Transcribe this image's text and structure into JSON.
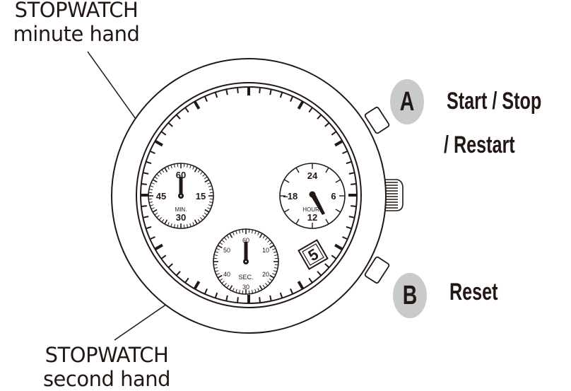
{
  "callouts": {
    "minute_hand": {
      "line1": "STOPWATCH",
      "line2": "minute hand"
    },
    "second_hand": {
      "line1": "STOPWATCH",
      "line2": "second hand"
    }
  },
  "buttons": {
    "a": {
      "letter": "A",
      "action_line1": "Start / Stop",
      "action_line2": "/ Restart"
    },
    "b": {
      "letter": "B",
      "action": "Reset"
    }
  },
  "dial": {
    "minute_subdial": {
      "labels": [
        "60",
        "15",
        "30",
        "45"
      ],
      "caption": "MIN."
    },
    "hour_subdial": {
      "labels": [
        "24",
        "6",
        "12",
        "18"
      ],
      "caption": "HOUR"
    },
    "second_subdial": {
      "labels": [
        "60",
        "10",
        "20",
        "30",
        "40",
        "50"
      ],
      "caption": "SEC."
    },
    "date_window": "5"
  },
  "colors": {
    "ink": "#231815",
    "badge": "#c9caca"
  }
}
